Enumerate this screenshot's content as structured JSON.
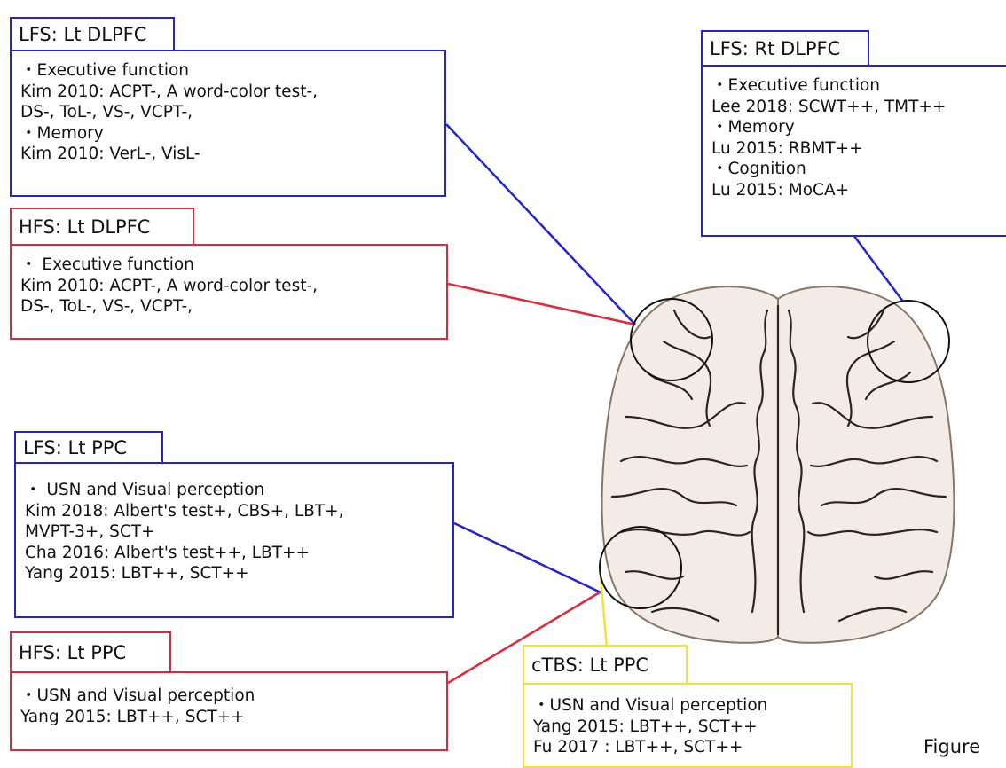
{
  "boxes": {
    "lfs_lt_dlpfc": {
      "title": "LFS: Lt DLPFC",
      "lines": [
        "・Executive function",
        "Kim 2010:  ACPT-, A word-color test-,",
        " DS-, ToL-, VS-, VCPT-,",
        " ・Memory",
        "Kim 2010: VerL-, VisL-"
      ]
    },
    "hfs_lt_dlpfc": {
      "title": "HFS: Lt DLPFC",
      "lines": [
        "・ Executive function",
        "Kim 2010:  ACPT-, A word-color test-,",
        " DS-, ToL-, VS-, VCPT-,"
      ]
    },
    "lfs_rt_dlpfc": {
      "title": "LFS: Rt DLPFC",
      "lines": [
        "・Executive function",
        "  Lee 2018: SCWT++, TMT++",
        " ・Memory",
        "  Lu 2015: RBMT++",
        "・Cognition",
        "  Lu 2015: MoCA+"
      ]
    },
    "lfs_lt_ppc": {
      "title": "LFS: Lt PPC",
      "lines": [
        "・ USN and Visual perception",
        "Kim 2018: Albert's test+, CBS+, LBT+,",
        " MVPT-3+, SCT+",
        "Cha 2016: Albert's test++, LBT++",
        "Yang 2015: LBT++, SCT++"
      ]
    },
    "hfs_lt_ppc": {
      "title": "HFS: Lt PPC",
      "lines": [
        "・USN and Visual perception",
        "Yang 2015: LBT++, SCT++"
      ]
    },
    "ctbs_lt_ppc": {
      "title": "cTBS: Lt PPC",
      "lines": [
        "・USN and Visual perception",
        "Yang 2015: LBT++, SCT++",
        "Fu 2017 : LBT++, SCT++"
      ]
    }
  },
  "figure_label": "Figure",
  "colors": {
    "blue": "#2323d4",
    "red": "#e0283a",
    "yellow": "#f2e13a",
    "brain_fill": "#f3ece6",
    "brain_outline": "#8a7565"
  }
}
